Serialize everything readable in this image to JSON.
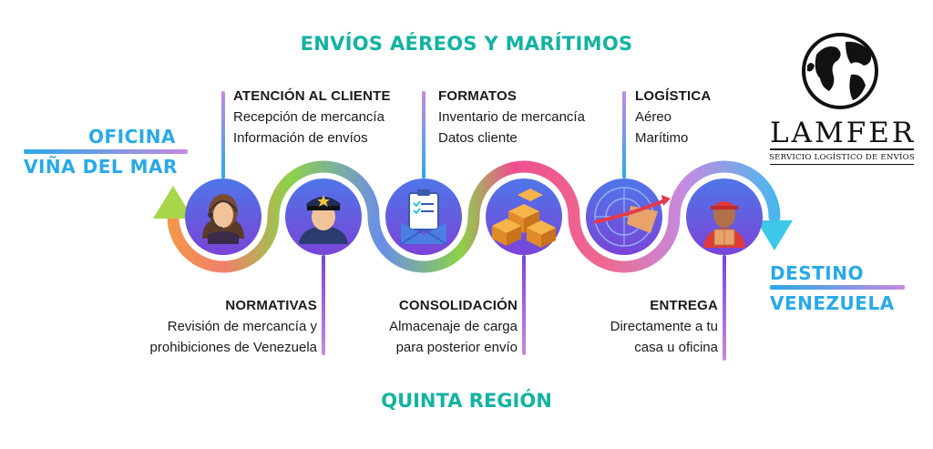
{
  "header": {
    "title": "ENVÍOS AÉREOS Y MARÍTIMOS"
  },
  "footer": {
    "title": "QUINTA REGIÓN"
  },
  "origin": {
    "line1": "OFICINA",
    "line2": "VIÑA DEL MAR"
  },
  "destination": {
    "line1": "DESTINO",
    "line2": "VENEZUELA"
  },
  "logo": {
    "name": "LAMFER",
    "tagline": "SERVICIO LOGÍSTICO DE ENVÍOS"
  },
  "stages_top": [
    {
      "title": "ATENCIÓN AL CLIENTE",
      "line1": "Recepción de mercancía",
      "line2": "Información de envíos"
    },
    {
      "title": "FORMATOS",
      "line1": "Inventario de mercancía",
      "line2": "Datos cliente"
    },
    {
      "title": "LOGÍSTICA",
      "line1": "Aéreo",
      "line2": "Marítimo"
    }
  ],
  "stages_bottom": [
    {
      "title": "NORMATIVAS",
      "line1": "Revisión de mercancía y",
      "line2": "prohibiciones de Venezuela"
    },
    {
      "title": "CONSOLIDACIÓN",
      "line1": "Almacenaje de carga",
      "line2": "para posterior envío"
    },
    {
      "title": "ENTREGA",
      "line1": "Directamente a tu",
      "line2": "casa u oficina"
    }
  ],
  "colors": {
    "teal": "#12b3a0",
    "blue": "#29a9e8",
    "purple": "#7a44d8",
    "pink": "#ee4f8f",
    "green": "#8dd24a",
    "orange": "#f6a13c"
  },
  "icons": [
    "call-center-agent-icon",
    "customs-officer-icon",
    "clipboard-envelope-icon",
    "stacked-boxes-icon",
    "radar-plane-icon",
    "delivery-person-icon"
  ]
}
